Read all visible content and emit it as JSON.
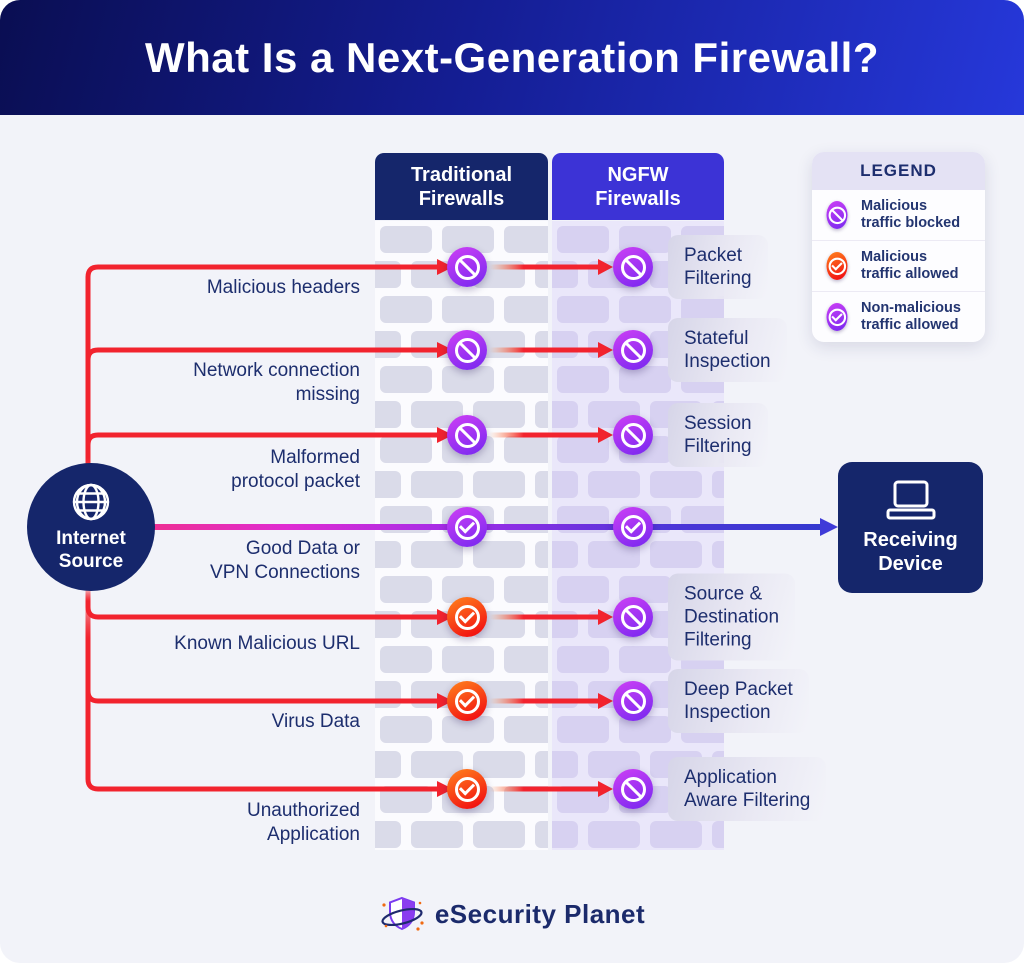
{
  "header": {
    "title": "What Is a Next-Generation Firewall?"
  },
  "columns": {
    "traditional": "Traditional\nFirewalls",
    "ngfw": "NGFW\nFirewalls"
  },
  "legend": {
    "title": "LEGEND",
    "items": [
      {
        "icon": "malicious-blocked-icon",
        "icon_class": "blocked-purple",
        "label": "Malicious\ntraffic blocked"
      },
      {
        "icon": "malicious-allowed-icon",
        "icon_class": "allowed-red",
        "label": "Malicious\ntraffic allowed"
      },
      {
        "icon": "non-malicious-allowed-icon",
        "icon_class": "allowed-purple",
        "label": "Non-malicious\ntraffic allowed"
      }
    ]
  },
  "source": {
    "label": "Internet\nSource",
    "icon": "globe-icon"
  },
  "destination": {
    "label": "Receiving\nDevice",
    "icon": "laptop-icon"
  },
  "rows": [
    {
      "label": "Malicious headers",
      "traditional_icon": "blocked-purple",
      "ngfw_icon": "blocked-purple",
      "feature": "Packet\nFiltering"
    },
    {
      "label": "Network connection\nmissing",
      "traditional_icon": "blocked-purple",
      "ngfw_icon": "blocked-purple",
      "feature": "Stateful\nInspection"
    },
    {
      "label": "Malformed\nprotocol packet",
      "traditional_icon": "blocked-purple",
      "ngfw_icon": "blocked-purple",
      "feature": "Session\nFiltering"
    },
    {
      "label": "Good Data or\nVPN Connections",
      "traditional_icon": "allowed-purple",
      "ngfw_icon": "allowed-purple",
      "feature": null
    },
    {
      "label": "Known Malicious URL",
      "traditional_icon": "allowed-red",
      "ngfw_icon": "blocked-purple",
      "feature": "Source &\nDestination\nFiltering"
    },
    {
      "label": "Virus Data",
      "traditional_icon": "allowed-red",
      "ngfw_icon": "blocked-purple",
      "feature": "Deep Packet\nInspection"
    },
    {
      "label": "Unauthorized\nApplication",
      "traditional_icon": "allowed-red",
      "ngfw_icon": "blocked-purple",
      "feature": "Application\nAware Filtering"
    }
  ],
  "footer": {
    "brand": "eSecurity Planet",
    "logo_icon": "shield-orbit-icon"
  },
  "palette": {
    "navy": "#15266b",
    "ngfw_indigo": "#3c33d6",
    "arrow_red": "#f2232e",
    "good_line_start_magenta": "#ee2f92",
    "good_line_end_blue": "#3239ce",
    "icon_purple_top": "#c93ef5",
    "icon_purple_bottom": "#7d2af0",
    "icon_red_top": "#ff7d1c",
    "icon_red_bottom": "#f21212",
    "text_navy": "#1d2e6e",
    "page_bg": "#f2f3f9"
  }
}
